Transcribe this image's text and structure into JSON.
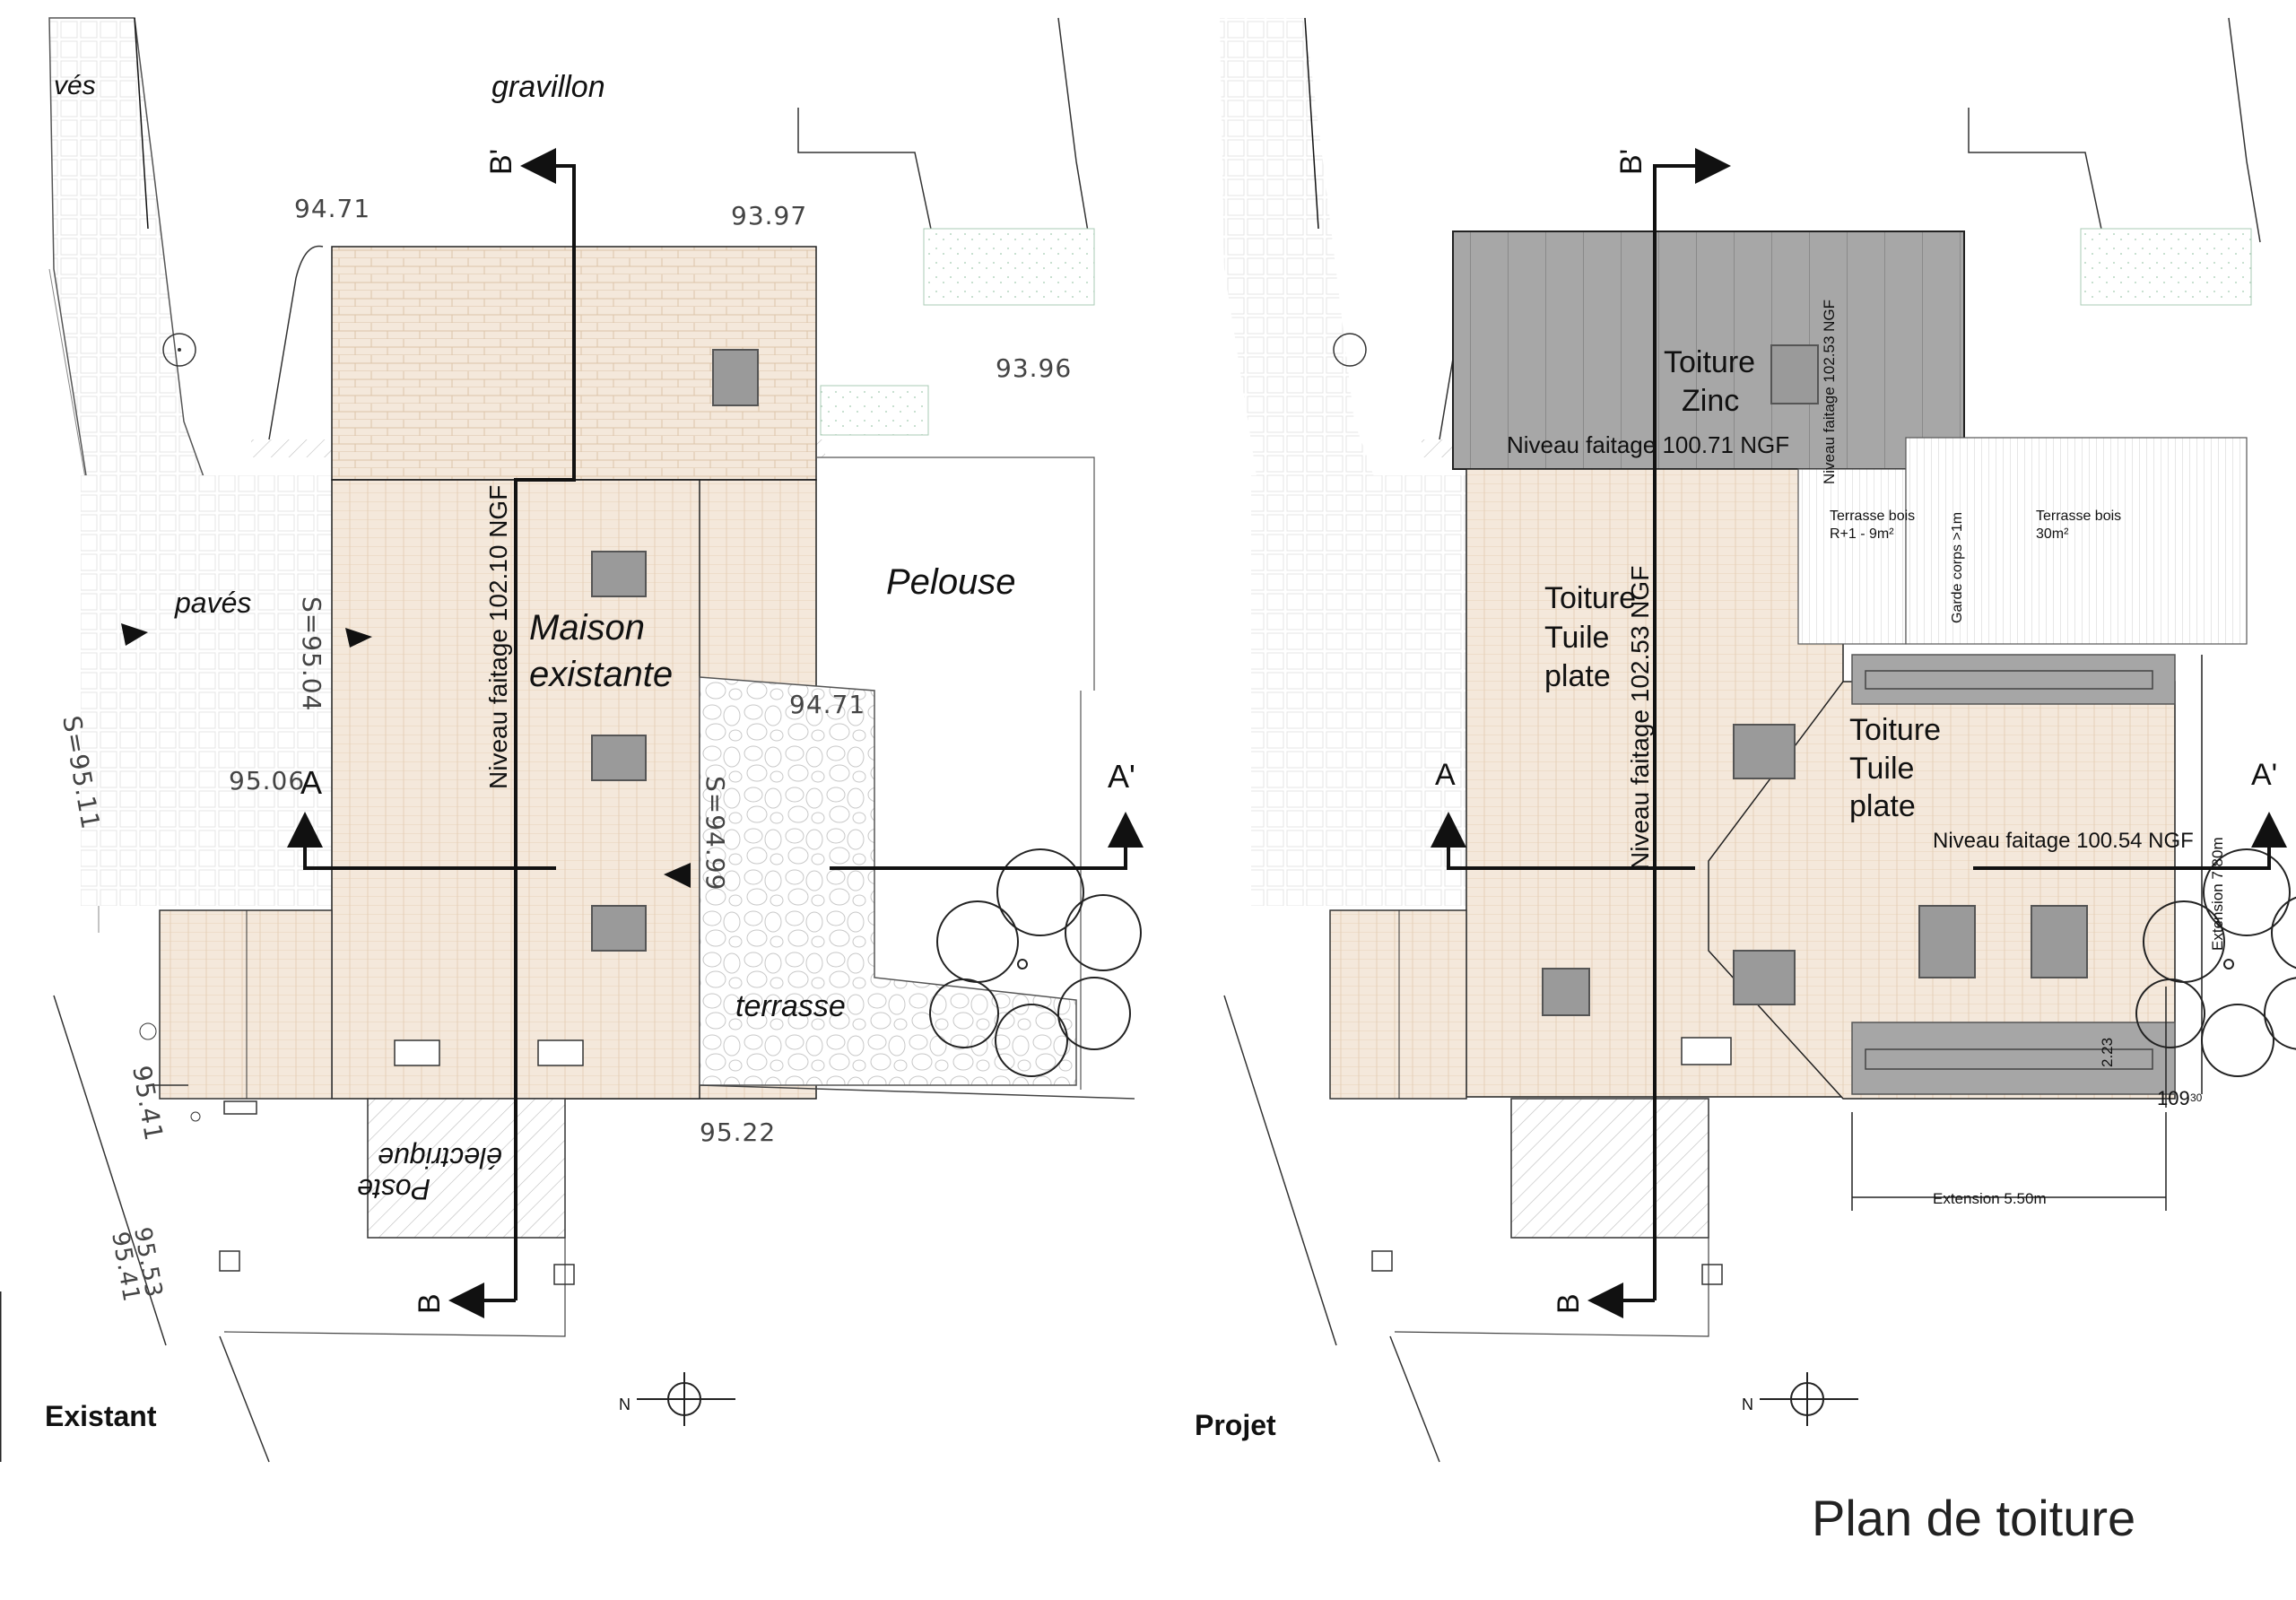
{
  "colors": {
    "roof_tile": "#f3e7da",
    "roof_tile_line": "#e2c9ad",
    "zinc": "#a9a9a9",
    "skylight": "#9a9a9a",
    "paving_line": "#d8d8d8",
    "grass": "#cfe5d6"
  },
  "existant": {
    "caption": "Existant",
    "label_paves_top": "vés",
    "label_gravillon": "gravillon",
    "label_paves": "pavés",
    "label_pelouse": "Pelouse",
    "label_maison_1": "Maison",
    "label_maison_2": "existante",
    "label_terrasse": "terrasse",
    "label_poste_1": "Poste",
    "label_poste_2": "électrique",
    "ridge_label": "Niveau faitage 102.10 NGF",
    "section_a": "A",
    "section_a_prime": "A'",
    "section_b": "B",
    "section_b_prime": "B'",
    "levels": {
      "l_94_71_top": "94.71",
      "l_93_97": "93.97",
      "l_93_96": "93.96",
      "l_95_11": "S=95.11",
      "l_95_04": "S=95.04",
      "l_95_06": "95.06",
      "l_94_71_mid": "94.71",
      "l_94_99": "S=94.99",
      "l_95_41": "95.41",
      "l_95_22": "95.22",
      "l_95_53": "95.53",
      "l_95_41b": "95.41"
    }
  },
  "projet": {
    "caption": "Projet",
    "zinc_1": "Toiture",
    "zinc_2": "Zinc",
    "zinc_ridge": "Niveau faitage 100.71 NGF",
    "vertical_ridge": "Niveau faitage 102.53 NGF",
    "small_ridge": "Niveau faitage 102.53 NGF",
    "terrasse_bois_1_a": "Terrasse bois",
    "terrasse_bois_1_b": "R+1 - 9m²",
    "garde_corps": "Garde corps >1m",
    "terrasse_bois_2_a": "Terrasse bois",
    "terrasse_bois_2_b": "30m²",
    "tuile_main_1": "Toiture",
    "tuile_main_2": "Tuile",
    "tuile_main_3": "plate",
    "tuile_ext_1": "Toiture",
    "tuile_ext_2": "Tuile",
    "tuile_ext_3": "plate",
    "ext_ridge": "Niveau faitage 100.54 NGF",
    "extension_h": "Extension  5.50m",
    "extension_v": "Extension 7.80m",
    "dim_223": "2.23",
    "dim_109": "109",
    "dim_109_sup": "30",
    "section_a": "A",
    "section_a_prime": "A'",
    "section_b": "B",
    "section_b_prime": "B'"
  },
  "north_label": "N",
  "title": "Plan de toiture"
}
